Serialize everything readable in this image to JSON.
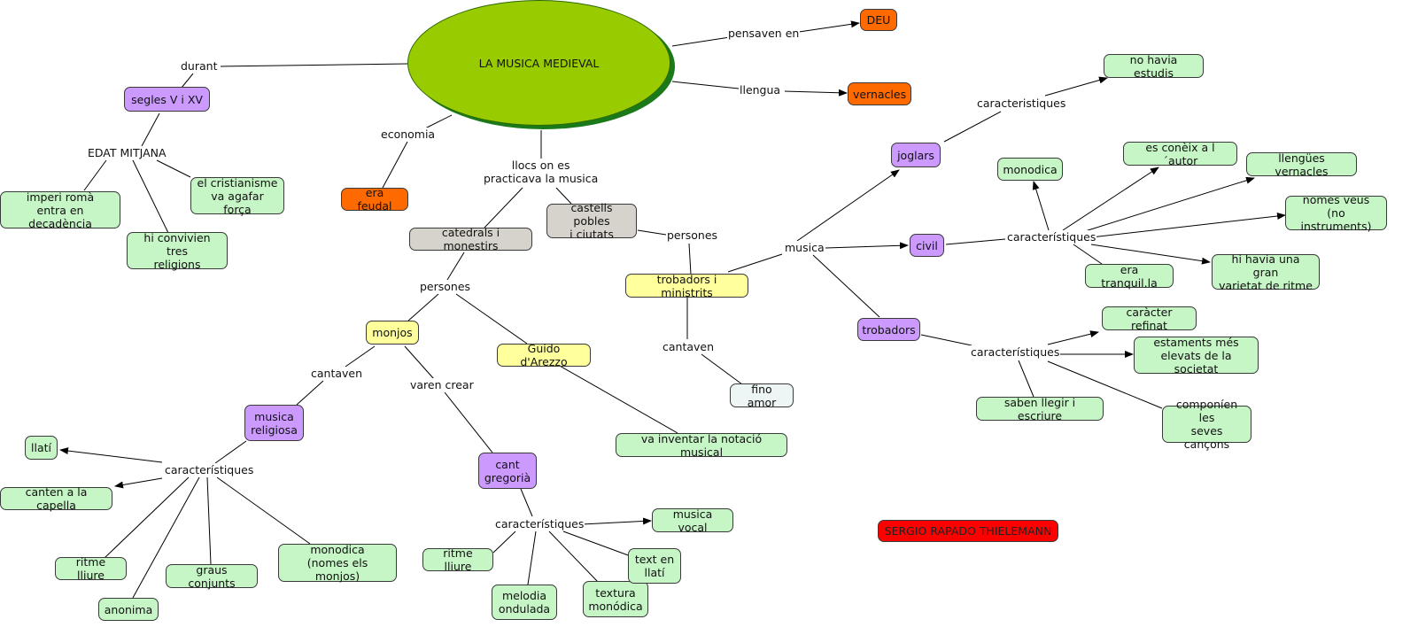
{
  "main": "LA MUSICA MEDIEVAL",
  "nodes": {
    "deu": "DEU",
    "vernacles": "vernacles",
    "era_feudal": "era feudal",
    "segles": "segles  V i XV",
    "imperi": "imperi romà\nentra en decadència",
    "cristianisme": "el cristianisme\nva agafar força",
    "religions": "hi convivien tres\nreligions",
    "catedrals": "catedrals i monestirs",
    "castells": "castells pobles\ni ciutats",
    "monjos": "monjos",
    "guido": "Guido d'Arezzo",
    "notacio": "va inventar la notació musical",
    "musica_religiosa": "musica\nreligiosa",
    "llati": "llatí",
    "capella": "canten a la capella",
    "ritme_lliure_1": "ritme lliure",
    "anonima": "anonima",
    "graus": "graus conjunts",
    "monodica_monjos": "monodica\n(nomes els monjos)",
    "cant_gregoria": "cant\ngregorià",
    "musica_vocal": "musica vocal",
    "ritme_lliure_2": "ritme lliure",
    "melodia": "melodia\nondulada",
    "textura": "textura\nmonódica",
    "text_llati": "text en\nllatí",
    "trobadors_ministrits": "trobadors i ministrits",
    "fino_amor": "fino amor",
    "joglars": "joglars",
    "civil": "civil",
    "trobadors": "trobadors",
    "no_estudis": "no havia estudis",
    "monodica_civil": "monodica",
    "autor": "es conèix a l´autor",
    "llengues": "llengües vernacles",
    "veus": "nomes veus\n(no instruments)",
    "tranquil": "era tranquil.la",
    "varietat": "hi havia una gran\nvarietat de ritme",
    "refinat": "caràcter refinat",
    "estaments": "estaments més\nelevats de la societat",
    "llegir": "saben llegir i escriure",
    "componien": "componíen les\nseves cançons",
    "author": "SERGIO  RAPADO THIELEMANN"
  },
  "labels": {
    "durant": "durant",
    "pensaven": "pensaven en",
    "llengua": "llengua",
    "economia": "economia",
    "llocs": "llocs on es\npracticava la musica",
    "edat": "EDAT MITJANA",
    "persones_1": "persones",
    "persones_2": "persones",
    "cantaven_1": "cantaven",
    "cantaven_2": "cantaven",
    "varen_crear": "varen crear",
    "caract_religiosa": "característiques",
    "caract_gregoria": "característiques",
    "musica": "musica",
    "caract_joglars": "caracteristiques",
    "caract_civil": "característiques",
    "caract_trobadors": "característiques"
  },
  "colors": {
    "green": "#c6f5c6",
    "purple": "#cc99ff",
    "orange": "#ff6a00",
    "yellow": "#ffff9c",
    "grey": "#d6d3cc",
    "main": "#99cc00",
    "red": "#ff0000"
  }
}
